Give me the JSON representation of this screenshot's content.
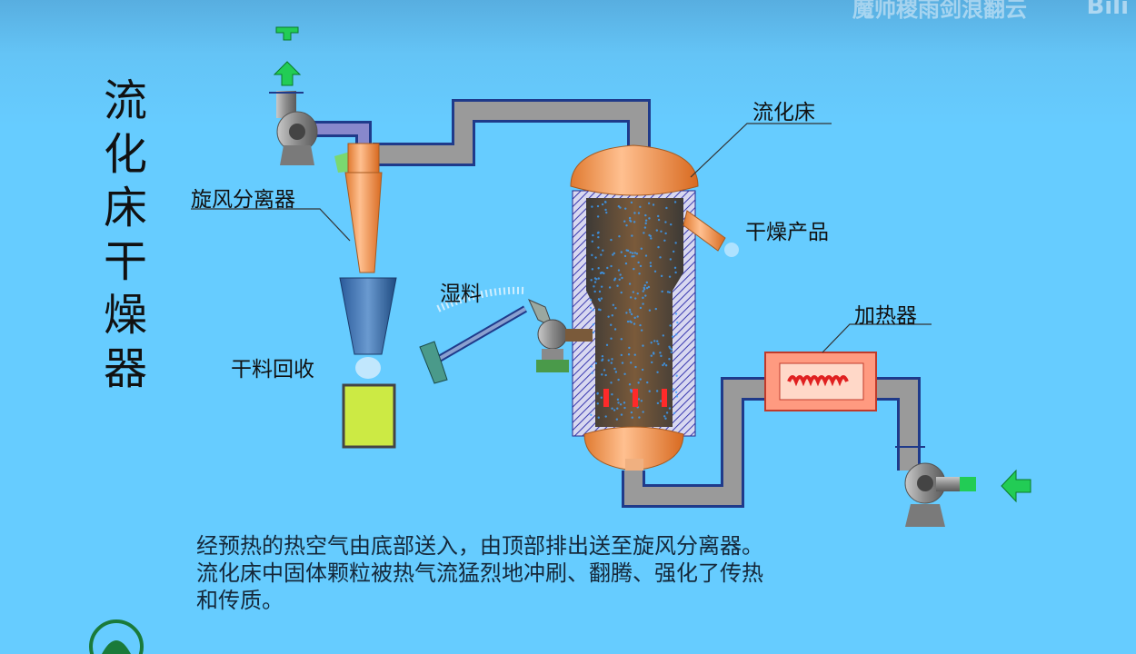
{
  "title": "流化床干燥器",
  "labels": {
    "fluid_bed": "流化床",
    "cyclone": "旋风分离器",
    "dry_product": "干燥产品",
    "wet_material": "湿料",
    "dry_recovery": "干料回收",
    "heater": "加热器"
  },
  "description": [
    "经预热的热空气由底部送入，由顶部排出送至旋风分离器。",
    "流化床中固体颗粒被热气流猛烈地冲刷、翻腾、强化了传热",
    "和传质。"
  ],
  "watermark": "魔帅稷雨剑浪翻云",
  "platform_logo": "Bili",
  "colors": {
    "background": "#66ccff",
    "vessel": "#f0944a",
    "pipe": "#9a9a9a",
    "pipe_outline": "#1f3a8a",
    "bed_interior": "#5a4632",
    "arrow": "#22cc55",
    "heater": "#ff8a70",
    "bin": "#ccea44"
  }
}
